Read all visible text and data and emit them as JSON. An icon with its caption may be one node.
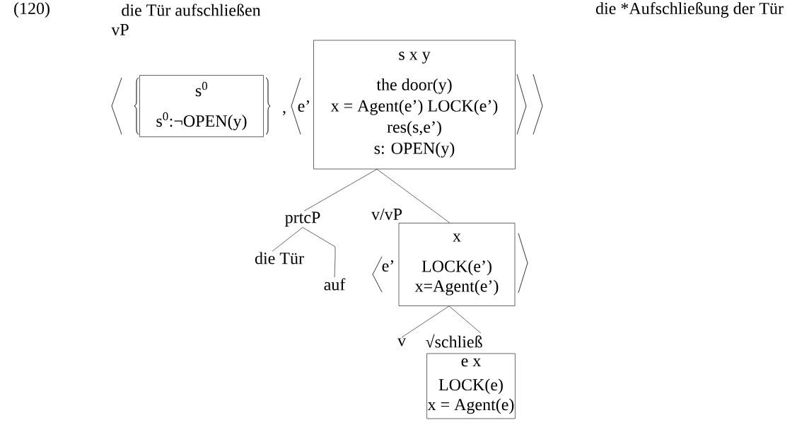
{
  "diagram": {
    "nodes": [
      {
        "text": [
          "s$^{0}$",
          "s$^{0}$:¬OPEN(y)"
        ]
      },
      {
        "text": [
          "s x y",
          "the door(y)",
          "x = Agent(e’) LOCK(e’)",
          "res(s,e’)",
          "s: OPEN(y)"
        ],
        "beside": [
          "e’"
        ]
      },
      {
        "text": [
          "prtcP"
        ]
      },
      {
        "text": [
          "x",
          "LOCK(e’)",
          "x=Agent(e’)"
        ],
        "beside": [
          "v/vP",
          "e’"
        ]
      },
      {
        "text": [
          "die Tür"
        ]
      },
      {
        "text": [
          "auf"
        ]
      },
      {
        "text": [
          "v"
        ]
      },
      {
        "text": [
          "√schließ"
        ]
      },
      {
        "text": [
          "e x",
          "LOCK(e)",
          "x = Agent(e)"
        ]
      }
    ],
    "edges": [
      {
        "from": 1,
        "to": 2,
        "arrow": "none"
      },
      {
        "from": 1,
        "to": 3,
        "arrow": "none"
      },
      {
        "from": 2,
        "to": 4,
        "arrow": "none"
      },
      {
        "from": 2,
        "to": 5,
        "arrow": "none"
      },
      {
        "from": 3,
        "to": 6,
        "arrow": "none"
      },
      {
        "from": 3,
        "to": 7,
        "arrow": "none"
      }
    ],
    "labels": [
      "(120)",
      "die Tür aufschließen",
      "die *Aufschließung der Tür",
      "vP",
      ","
    ]
  }
}
